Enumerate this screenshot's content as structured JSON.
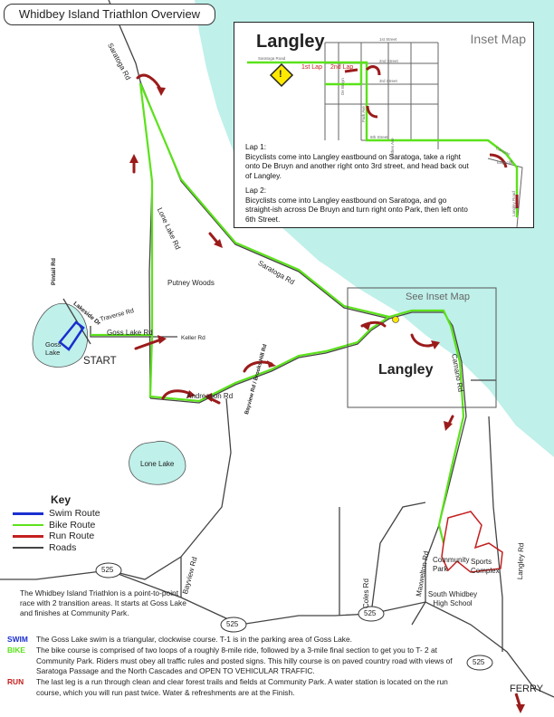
{
  "title": "Whidbey Island Triathlon Overview",
  "colors": {
    "water": "#bff0ea",
    "swim": "#1a2fd0",
    "bike": "#5be21a",
    "run": "#c42020",
    "road": "#444444",
    "arrow": "#9b1b1b"
  },
  "roads": {
    "saratoga_rd_north": "Saratoga Rd",
    "lone_lake_rd": "Lone Lake Rd",
    "saratoga_rd": "Saratoga Rd",
    "putney_woods": "Putney Woods",
    "keller_rd": "Keller Rd",
    "goss_lake_rd": "Goss Lake Rd",
    "traverse_rd": "Traverse Rd",
    "lakeside_dr": "Lakeside Dr",
    "pintail_rd": "Pintail Rd",
    "andreason_rd": "Andreason Rd",
    "bayview_brooks": "Bayview Rd / Brooks Hill Rd",
    "camano_rd": "Camano Rd",
    "bayview_rd": "Bayview Rd",
    "coles_rd": "Coles Rd",
    "maxwelton_rd": "Maxwelton Rd",
    "langley_rd": "Langley Rd"
  },
  "places": {
    "goss_lake": "Goss Lake",
    "lone_lake": "Lone Lake",
    "start": "START",
    "langley": "Langley",
    "see_inset": "See Inset Map",
    "community_park": "Community Park",
    "sports_complex": "Sports Complex",
    "high_school": "South Whidbey High School",
    "ferry": "FERRY",
    "hwy": "525"
  },
  "inset": {
    "title": "Langley",
    "label": "Inset Map",
    "lap1_marker": "1st Lap",
    "lap2_marker": "2nd Lap",
    "warning": "!",
    "streets": [
      "1st Street",
      "2nd Street",
      "3rd Street",
      "Saratoga Road",
      "6th Street",
      "Park Ave",
      "Anthes Ave",
      "De Bruyn",
      "Camano",
      "Edgecliff",
      "Langley Road"
    ],
    "lap1_head": "Lap 1:",
    "lap1_text": "Bicyclists come into Langley eastbound on Saratoga, take a right onto De Bruyn and another right onto 3rd street, and head back out of Langley.",
    "lap2_head": "Lap 2:",
    "lap2_text": "Bicyclists come into Langley eastbound on Saratoga, and go straight-ish across De Bruyn and turn right onto Park, then left onto 6th Street."
  },
  "key": {
    "title": "Key",
    "items": [
      {
        "label": "Swim Route",
        "color": "#1a2fd0"
      },
      {
        "label": "Bike Route",
        "color": "#5be21a"
      },
      {
        "label": "Run Route",
        "color": "#c42020"
      },
      {
        "label": "Roads",
        "color": "#444444"
      }
    ]
  },
  "intro": "The Whidbey Island Triathlon is a point-to-point race with 2 transition areas. It starts at Goss Lake and finishes at Community Park.",
  "legs": [
    {
      "tag": "SWIM",
      "color": "#1a2fd0",
      "text": "The Goss Lake swim is a triangular, clockwise course.  T-1 is in the parking area of Goss Lake."
    },
    {
      "tag": "BIKE",
      "color": "#5be21a",
      "text": "The bike course is comprised of two loops of a roughly 8-mile ride, followed by a 3-mile final section to get you to T- 2 at Community Park. Riders must obey all traffic rules and posted signs.  This hilly course is on paved country road with views of Saratoga Passage and the North Cascades and OPEN TO VEHICULAR TRAFFIC."
    },
    {
      "tag": "RUN",
      "color": "#c42020",
      "text": "The last leg is a run through clean and clear forest trails and fields at Community Park. A water station is located on the run course, which you will run past twice. Water & refreshments are at the Finish."
    }
  ]
}
